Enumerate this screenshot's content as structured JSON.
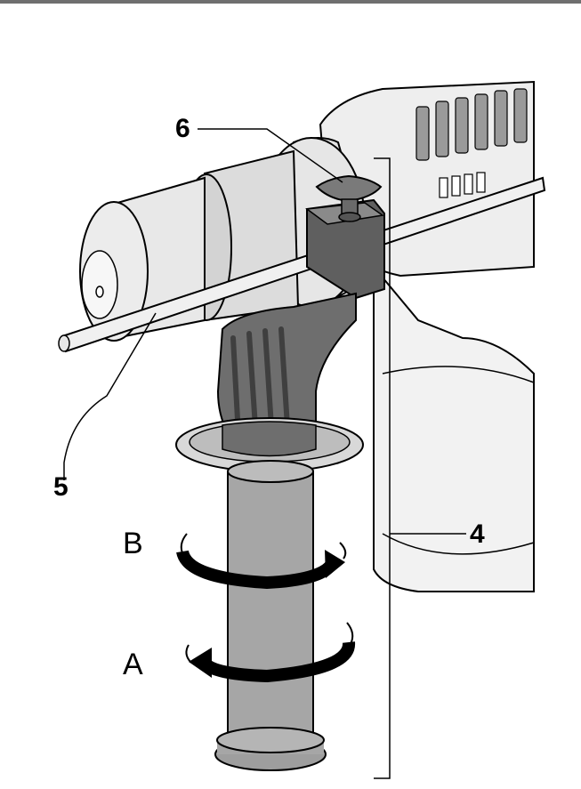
{
  "labels": {
    "label_4": "4",
    "label_5": "5",
    "label_6": "6",
    "direction_b": "B",
    "direction_a": "A"
  },
  "colors": {
    "outline": "#000000",
    "body_light": "#f2f2f2",
    "body_mid": "#d9d9d9",
    "handle_dark": "#6e6e6e",
    "grip_shaft": "#a6a6a6",
    "top_rule": "#6f6f6f"
  }
}
